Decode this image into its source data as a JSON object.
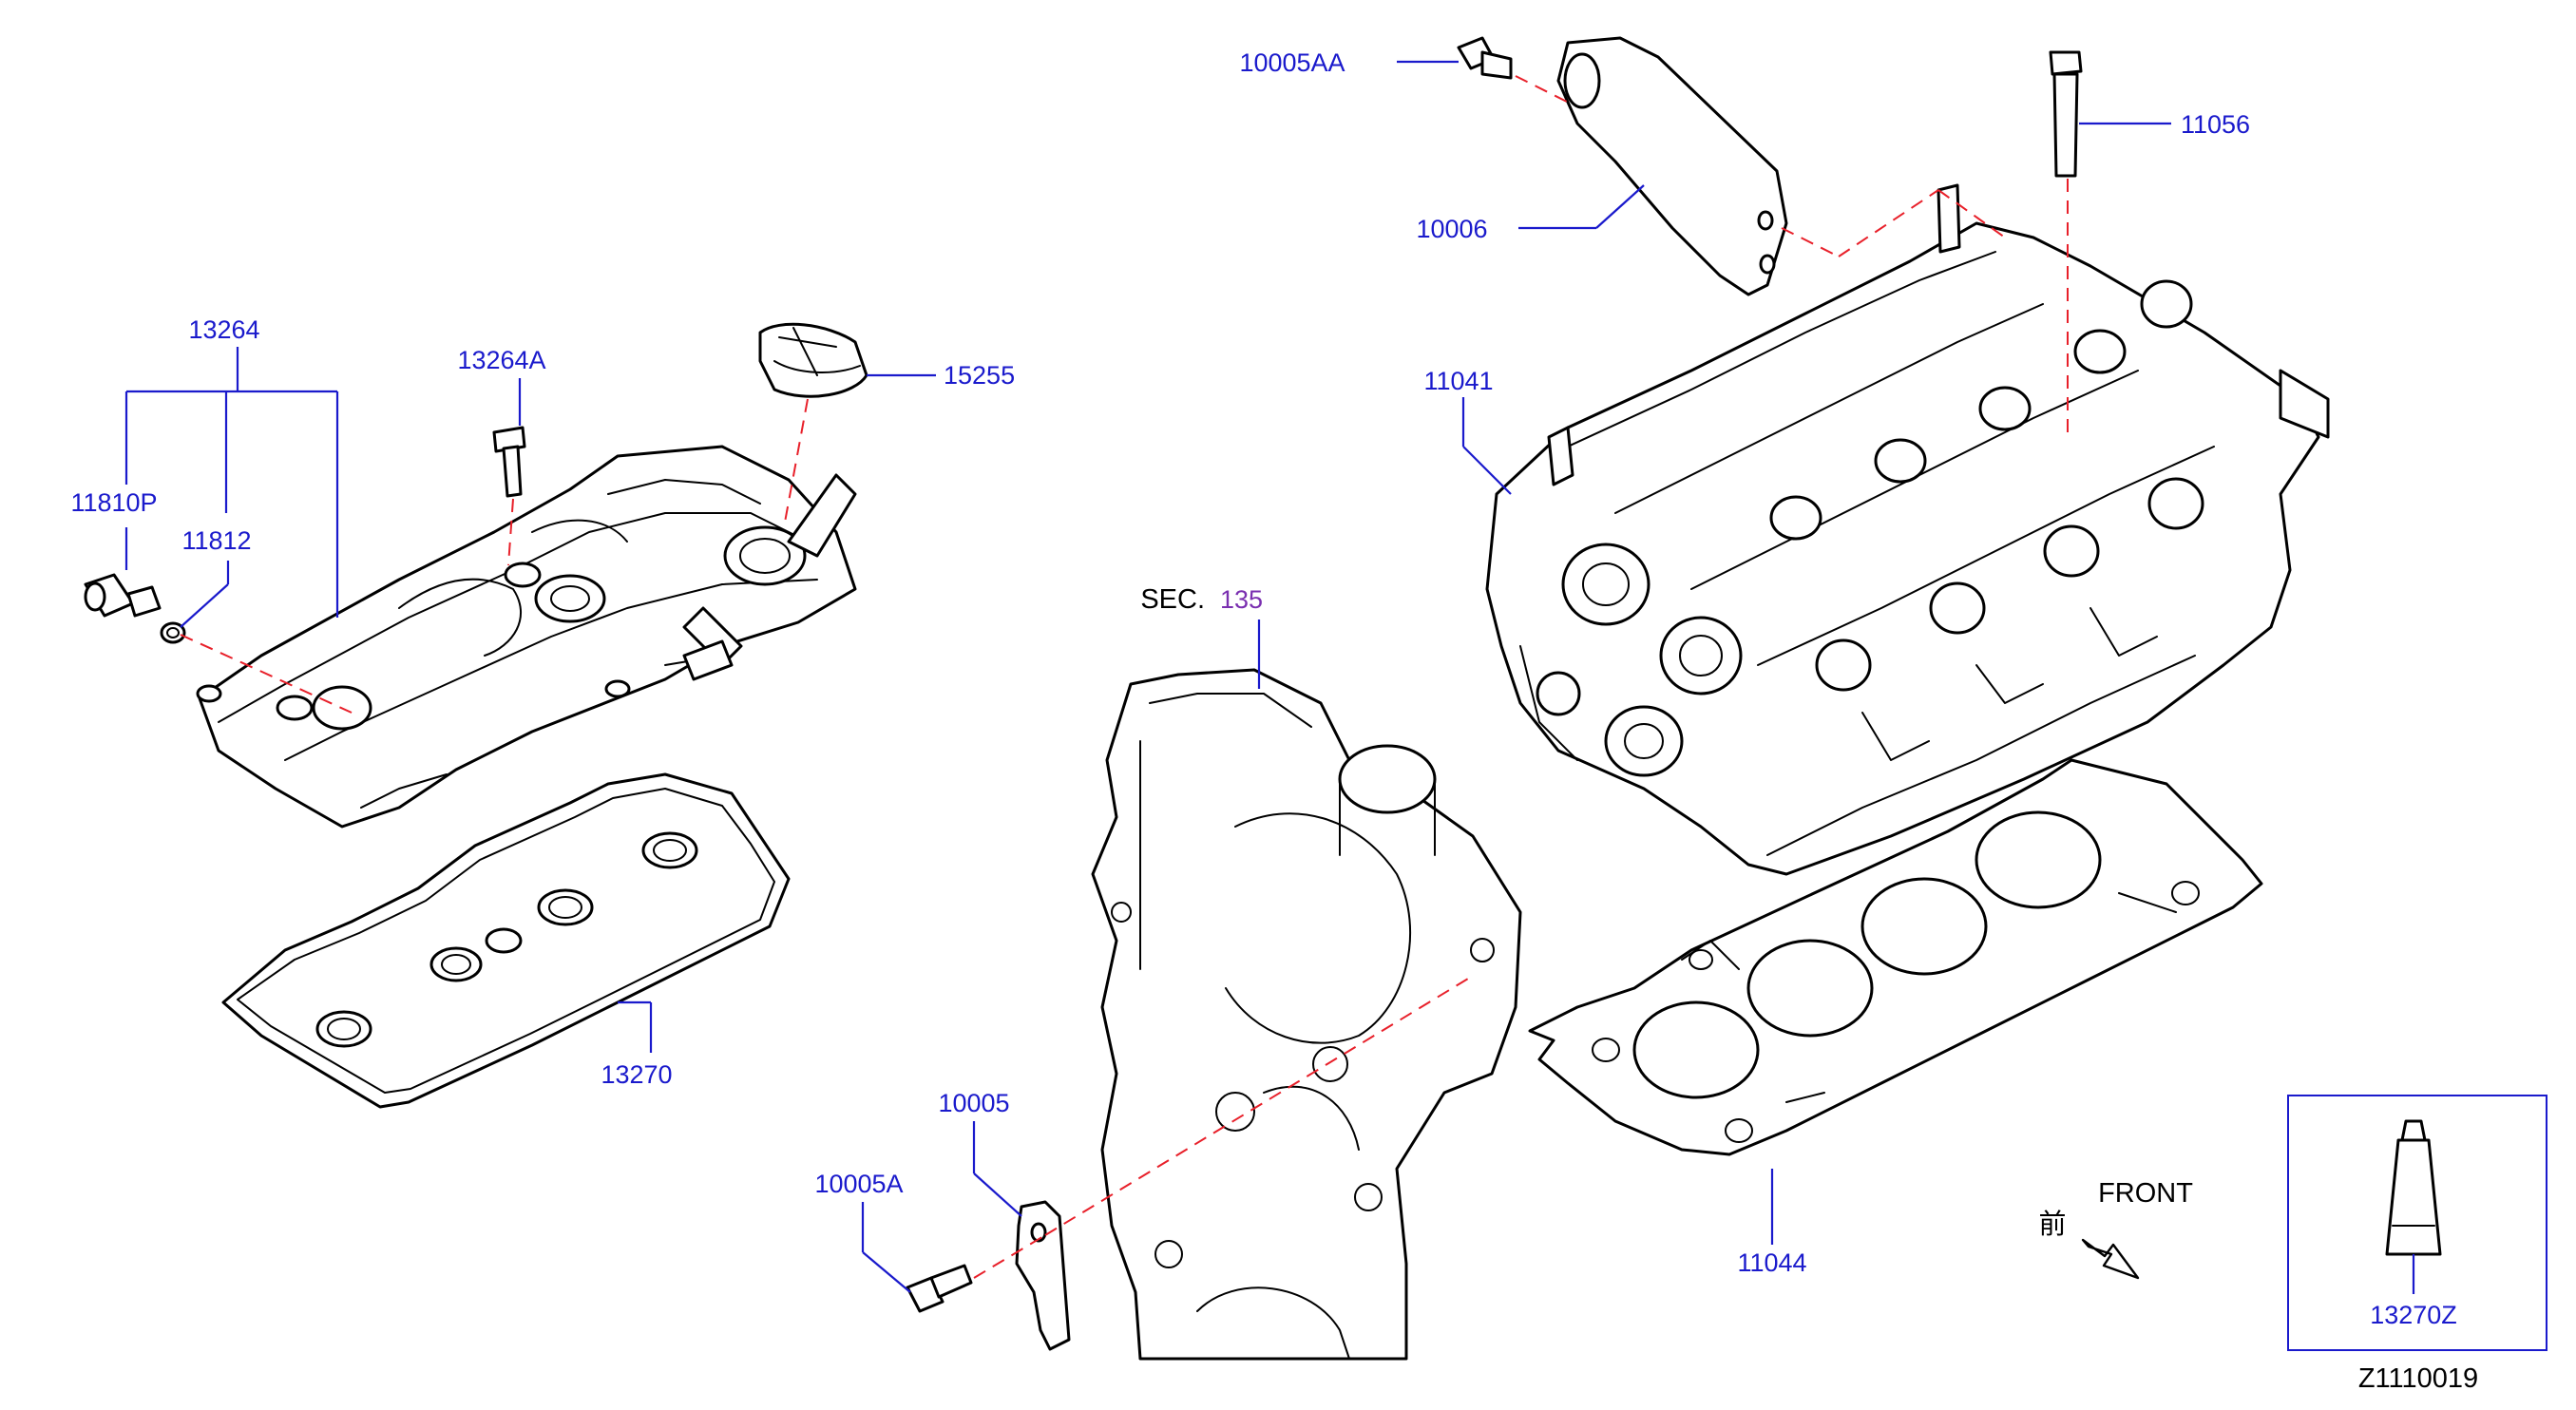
{
  "diagram_id": "Z1110019",
  "labels": {
    "p13264": "13264",
    "p13264A": "13264A",
    "p15255": "15255",
    "p11810P": "11810P",
    "p11812": "11812",
    "p13270": "13270",
    "p10005AA": "10005AA",
    "p10006": "10006",
    "p11056": "11056",
    "p11041": "11041",
    "p11044": "11044",
    "p10005": "10005",
    "p10005A": "10005A",
    "p13270Z": "13270Z"
  },
  "section_ref": {
    "prefix": "SEC.",
    "number": "135"
  },
  "orientation": {
    "front_label": "FRONT",
    "front_kanji": "前"
  },
  "colors": {
    "callout": "#1a1acc",
    "alignment_line": "#e8202a",
    "section_number": "#7a2fb0",
    "linework": "#000000"
  }
}
